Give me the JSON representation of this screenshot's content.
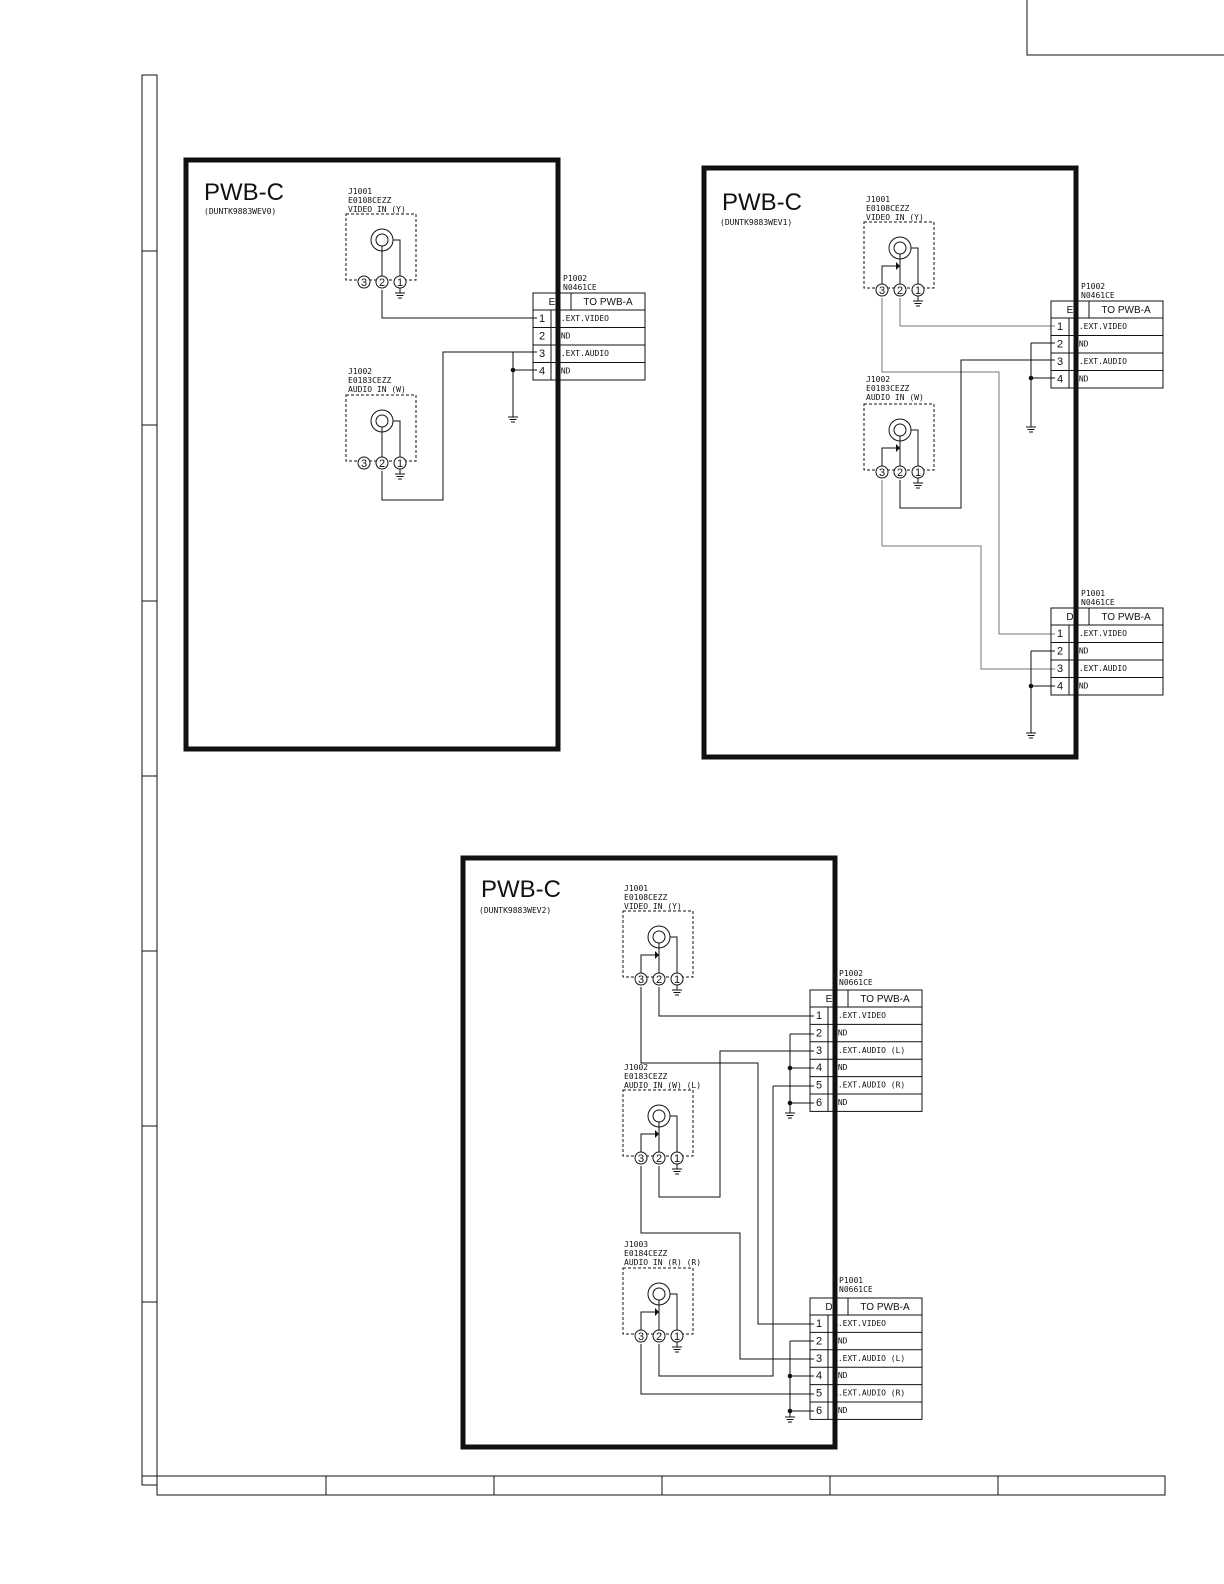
{
  "boards": [
    {
      "title": "PWB-C",
      "model": "(DUNTK9883WEV0)",
      "jacks": [
        {
          "ref": "J1001",
          "part": "E0108CEZZ",
          "label": "VIDEO IN (Y)"
        },
        {
          "ref": "J1002",
          "part": "E0183CEZZ",
          "label": "AUDIO IN (W)"
        }
      ],
      "connectors": [
        {
          "ref": "P1002",
          "part": "N0461CE",
          "letter": "E",
          "to": "TO PWB-A",
          "pins": [
            {
              "n": "1",
              "name": "F.EXT.VIDEO"
            },
            {
              "n": "2",
              "name": "GND"
            },
            {
              "n": "3",
              "name": "F.EXT.AUDIO"
            },
            {
              "n": "4",
              "name": "GND"
            }
          ]
        }
      ]
    },
    {
      "title": "PWB-C",
      "model": "(DUNTK9883WEV1)",
      "jacks": [
        {
          "ref": "J1001",
          "part": "E0108CEZZ",
          "label": "VIDEO IN (Y)"
        },
        {
          "ref": "J1002",
          "part": "E0183CEZZ",
          "label": "AUDIO IN (W)"
        }
      ],
      "connectors": [
        {
          "ref": "P1002",
          "part": "N0461CE",
          "letter": "E",
          "to": "TO PWB-A",
          "pins": [
            {
              "n": "1",
              "name": "F.EXT.VIDEO"
            },
            {
              "n": "2",
              "name": "GND"
            },
            {
              "n": "3",
              "name": "F.EXT.AUDIO"
            },
            {
              "n": "4",
              "name": "GND"
            }
          ]
        },
        {
          "ref": "P1001",
          "part": "N0461CE",
          "letter": "D",
          "to": "TO PWB-A",
          "pins": [
            {
              "n": "1",
              "name": "R.EXT.VIDEO"
            },
            {
              "n": "2",
              "name": "GND"
            },
            {
              "n": "3",
              "name": "R.EXT.AUDIO"
            },
            {
              "n": "4",
              "name": "GND"
            }
          ]
        }
      ]
    },
    {
      "title": "PWB-C",
      "model": "(DUNTK9883WEV2)",
      "jacks": [
        {
          "ref": "J1001",
          "part": "E0108CEZZ",
          "label": "VIDEO IN (Y)"
        },
        {
          "ref": "J1002",
          "part": "E0183CEZZ",
          "label": "AUDIO IN (W) (L)"
        },
        {
          "ref": "J1003",
          "part": "E0184CEZZ",
          "label": "AUDIO IN (R) (R)"
        }
      ],
      "connectors": [
        {
          "ref": "P1002",
          "part": "N0661CE",
          "letter": "E",
          "to": "TO PWB-A",
          "pins": [
            {
              "n": "1",
              "name": "F.EXT.VIDEO"
            },
            {
              "n": "2",
              "name": "GND"
            },
            {
              "n": "3",
              "name": "F.EXT.AUDIO (L)"
            },
            {
              "n": "4",
              "name": "GND"
            },
            {
              "n": "5",
              "name": "F.EXT.AUDIO (R)"
            },
            {
              "n": "6",
              "name": "GND"
            }
          ]
        },
        {
          "ref": "P1001",
          "part": "N0661CE",
          "letter": "D",
          "to": "TO PWB-A",
          "pins": [
            {
              "n": "1",
              "name": "R.EXT.VIDEO"
            },
            {
              "n": "2",
              "name": "GND"
            },
            {
              "n": "3",
              "name": "R.EXT.AUDIO (L)"
            },
            {
              "n": "4",
              "name": "GND"
            },
            {
              "n": "5",
              "name": "R.EXT.AUDIO (R)"
            },
            {
              "n": "6",
              "name": "GND"
            }
          ]
        }
      ]
    }
  ],
  "jack_terminals": [
    "3",
    "2",
    "1"
  ]
}
